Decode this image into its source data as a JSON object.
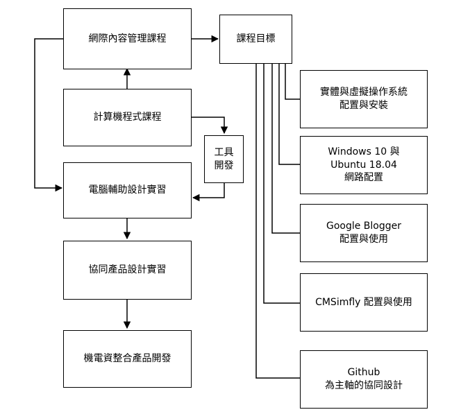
{
  "left_column": {
    "web_cms_course": "網際內容管理課程",
    "programming_course": "計算機程式課程",
    "cad_practice": "電腦輔助設計實習",
    "collab_product_practice": "協同產品設計實習",
    "mechatronics_product_dev": "機電資整合產品開發"
  },
  "tool_dev": {
    "line1": "工具",
    "line2": "開發"
  },
  "course_goal": "課程目標",
  "goals": {
    "vm_os": {
      "line1": "實體與虛擬操作系統",
      "line2": "配置與安裝"
    },
    "win_ubuntu": {
      "line1": "Windows 10 與",
      "line2": "Ubuntu 18.04",
      "line3": "網路配置"
    },
    "blogger": {
      "line1": "Google Blogger",
      "line2": "配置與使用"
    },
    "cmsimfly": {
      "line1": "CMSimfly 配置與使用"
    },
    "github": {
      "line1": "Github",
      "line2": "為主軸的協同設計"
    }
  }
}
